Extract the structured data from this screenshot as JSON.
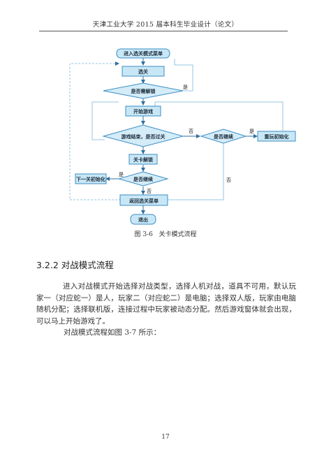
{
  "header": {
    "text": "天津工业大学 2015 届本科生毕业设计（论文）"
  },
  "flowchart": {
    "nodes": {
      "enter_menu": "进入选关模式菜单",
      "select_level": "选关",
      "need_unlock": "是否需解锁",
      "start_game": "开始游戏",
      "game_end": "游戏结束，是否过关",
      "continue_right": "是否继续",
      "restart": "重玩初始化",
      "unlock_level": "关卡解锁",
      "continue_mid": "是否继续",
      "next_level": "下一关初始化",
      "return_menu": "返回选关菜单",
      "exit": "退出"
    },
    "labels": {
      "yes": "是",
      "no": "否"
    },
    "colors": {
      "box": "#c8e7f6",
      "box_border": "#3c8dc3",
      "diamond": "#d3ecf8",
      "arrow": "#2f6f9e",
      "feedback_line": "#96c6e3"
    }
  },
  "caption": {
    "figure_no": "图 3-6",
    "title": "关卡模式流程"
  },
  "section": {
    "number": "3.2.2",
    "title": "对战模式流程"
  },
  "paragraphs": [
    "进入对战模式开始选择对战类型，选择人机对战，道具不可用，默认玩家一（对应蛇一）是人，玩家二（对应蛇二）是电脑；选择双人版，玩家由电脑随机分配；选择联机版，连接过程中玩家被动态分配。然后游戏窗体就会出现，可以马上开始游戏了。",
    "对战模式流程如图 3-7 所示："
  ],
  "page_number": "17"
}
